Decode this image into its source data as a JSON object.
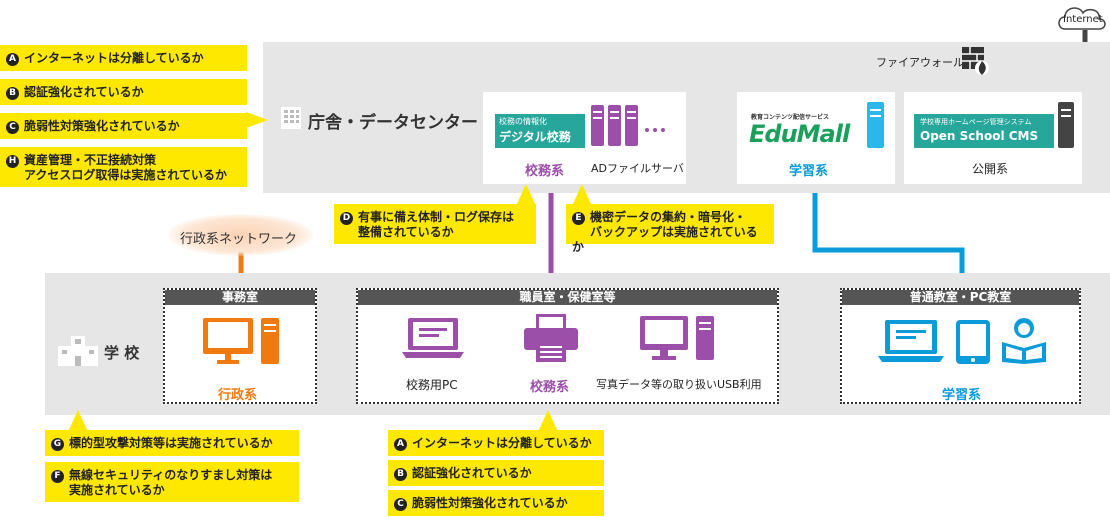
{
  "internet_label": "Internet",
  "firewall_label": "ファイアウォール",
  "datacenter": {
    "title": "庁舎・データセンター",
    "koumu": {
      "badge_small": "校務の情報化",
      "badge_big": "デジタル校務",
      "file_server": "ADファイルサーバ",
      "system": "校務系"
    },
    "edumall": {
      "caption": "教育コンテンツ配信サービス",
      "logo": "EduMall",
      "system": "学習系"
    },
    "osc": {
      "caption": "学校専用ホームページ管理システム",
      "logo": "Open School CMS",
      "system": "公開系"
    }
  },
  "gyosei_network": "行政系ネットワーク",
  "school": {
    "title": "学 校",
    "office": {
      "header": "事務室",
      "system": "行政系"
    },
    "staff": {
      "header": "職員室・保健室等",
      "pc_label": "校務用PC",
      "system": "校務系",
      "usb_label": "写真データ等の取り扱いUSB利用"
    },
    "classroom": {
      "header": "普通教室・PC教室",
      "system": "学習系"
    }
  },
  "notes_top": [
    {
      "badge": "A",
      "text": "インターネットは分離しているか"
    },
    {
      "badge": "B",
      "text": "認証強化されているか"
    },
    {
      "badge": "C",
      "text": "脆弱性対策強化されているか"
    },
    {
      "badge": "H",
      "text": "資産管理・不正接続対策",
      "text2": "アクセスログ取得は実施されているか"
    }
  ],
  "notes_mid": [
    {
      "badge": "D",
      "text": "有事に備え体制・ログ保存は",
      "text2": "整備されているか"
    },
    {
      "badge": "E",
      "text": "機密データの集約・暗号化・",
      "text2": "バックアップは実施されているか"
    }
  ],
  "notes_bottom_left": [
    {
      "badge": "G",
      "text": "標的型攻撃対策等は実施されているか"
    },
    {
      "badge": "F",
      "text": "無線セキュリティのなりすまし対策は",
      "text2": "実施されているか"
    }
  ],
  "notes_bottom_mid": [
    {
      "badge": "A",
      "text": "インターネットは分離しているか"
    },
    {
      "badge": "B",
      "text": "認証強化されているか"
    },
    {
      "badge": "C",
      "text": "脆弱性対策強化されているか"
    }
  ],
  "colors": {
    "orange": "#f07a10",
    "purple": "#9b4fa8",
    "blue": "#0a9bd8",
    "yellow": "#ffe800",
    "gray_band": "#e6e6e6"
  }
}
